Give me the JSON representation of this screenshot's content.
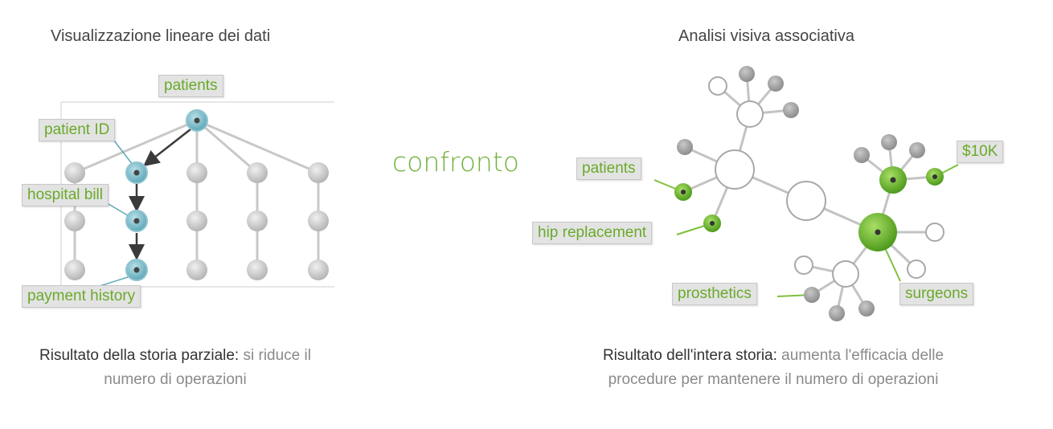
{
  "left": {
    "title": "Visualizzazione lineare dei dati",
    "labels": {
      "patients": "patients",
      "patient_id": "patient ID",
      "hospital_bill": "hospital bill",
      "payment_history": "payment history"
    },
    "caption_bold": "Risultato della storia parziale:",
    "caption_rest1": " si riduce il",
    "caption_line2": "numero di operazioni"
  },
  "center": {
    "word": "confronto"
  },
  "right": {
    "title": "Analisi visiva associativa",
    "labels": {
      "patients": "patients",
      "hip_replacement": "hip replacement",
      "prosthetics": "prosthetics",
      "ten_k": "$10K",
      "surgeons": "surgeons"
    },
    "caption_bold": "Risultato dell'intera storia:",
    "caption_rest1": " aumenta l'efficacia delle",
    "caption_line2": "procedure per mantenere il numero di operazioni"
  },
  "colors": {
    "accent_green": "#6aaa2a",
    "teal_node": "#7fb9c6",
    "grey_node": "#c4c4c4"
  }
}
